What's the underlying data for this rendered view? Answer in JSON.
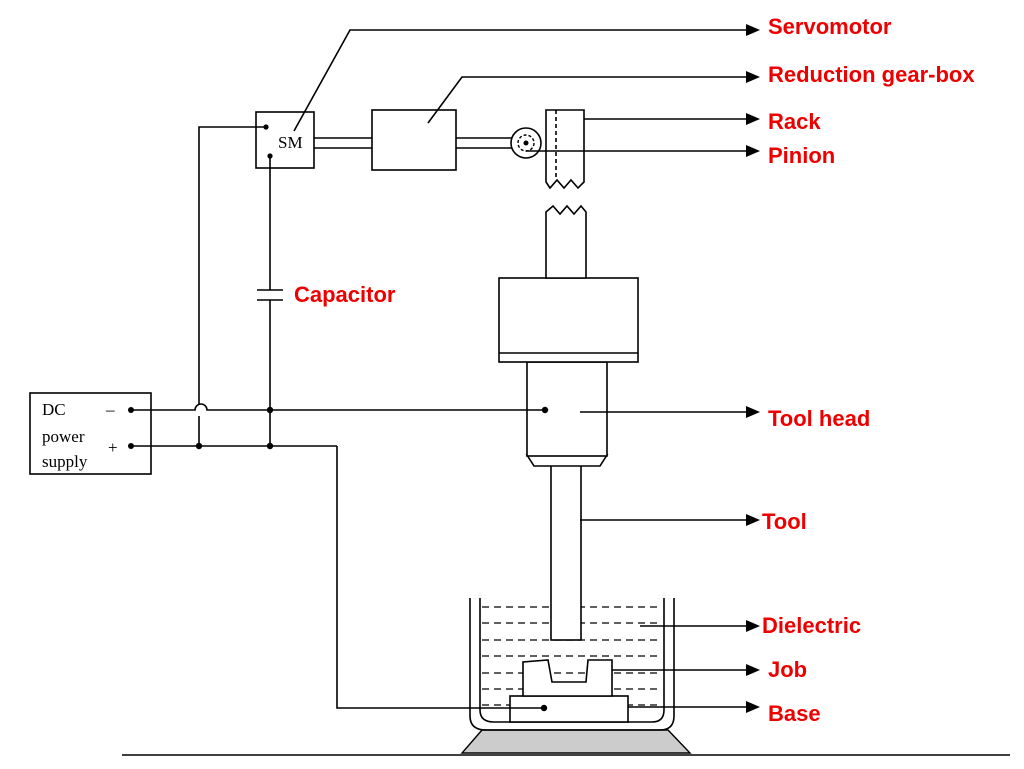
{
  "labels": {
    "servomotor": "Servomotor",
    "reduction_gear_box": "Reduction gear-box",
    "rack": "Rack",
    "pinion": "Pinion",
    "capacitor": "Capacitor",
    "tool_head": "Tool head",
    "tool": "Tool",
    "dielectric": "Dielectric",
    "job": "Job",
    "base": "Base"
  },
  "power_supply": {
    "line1": "DC",
    "line2": "power",
    "line3": "supply",
    "negative": "–",
    "positive": "+"
  },
  "servomotor_box_label": "SM",
  "colors": {
    "callout": "#ee0000",
    "line": "#000000",
    "fixture_base": "#cccccc"
  }
}
